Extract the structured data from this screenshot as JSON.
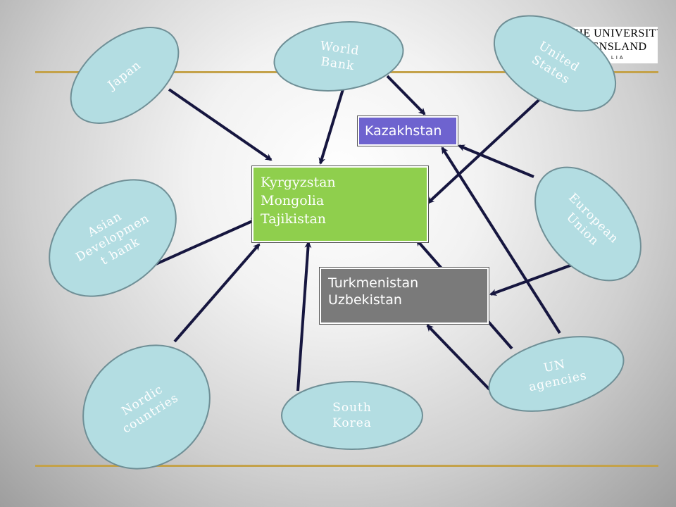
{
  "logo": {
    "line1": "THE UNIVERSITY",
    "line2": "QUEENSLAND",
    "line3": "LIA"
  },
  "colors": {
    "ellipse_fill": "#b3dde2",
    "ellipse_stroke": "#6f8f96",
    "arrow": "#16163f",
    "rule": "#c4a24a",
    "kazakhstan": "#6e63cf",
    "central": "#8fcf4d",
    "turkmen": "#7a7a7a"
  },
  "targets": {
    "kazakhstan": "Kazakhstan",
    "central": "Kyrgyzstan\nMongolia\nTajikistan",
    "turkmen": "Turkmenistan\nUzbekistan"
  },
  "donors": [
    {
      "id": "japan",
      "label": "Japan"
    },
    {
      "id": "world_bank",
      "label": "World\nBank"
    },
    {
      "id": "united_states",
      "label": "United\nStates"
    },
    {
      "id": "adb",
      "label": "Asian\nDevelopmen\nt bank"
    },
    {
      "id": "eu",
      "label": "European\nUnion"
    },
    {
      "id": "nordic",
      "label": "Nordic\ncountries"
    },
    {
      "id": "south_korea",
      "label": "South\nKorea"
    },
    {
      "id": "un",
      "label": "UN\nagencies"
    }
  ],
  "links": [
    {
      "from": "japan",
      "to": "central"
    },
    {
      "from": "world_bank",
      "to": "central"
    },
    {
      "from": "world_bank",
      "to": "kazakhstan"
    },
    {
      "from": "united_states",
      "to": "central"
    },
    {
      "from": "adb",
      "to": "central"
    },
    {
      "from": "nordic",
      "to": "central"
    },
    {
      "from": "south_korea",
      "to": "central"
    },
    {
      "from": "eu",
      "to": "kazakhstan"
    },
    {
      "from": "eu",
      "to": "turkmen"
    },
    {
      "from": "un",
      "to": "kazakhstan"
    },
    {
      "from": "un",
      "to": "central"
    },
    {
      "from": "un",
      "to": "turkmen"
    }
  ]
}
